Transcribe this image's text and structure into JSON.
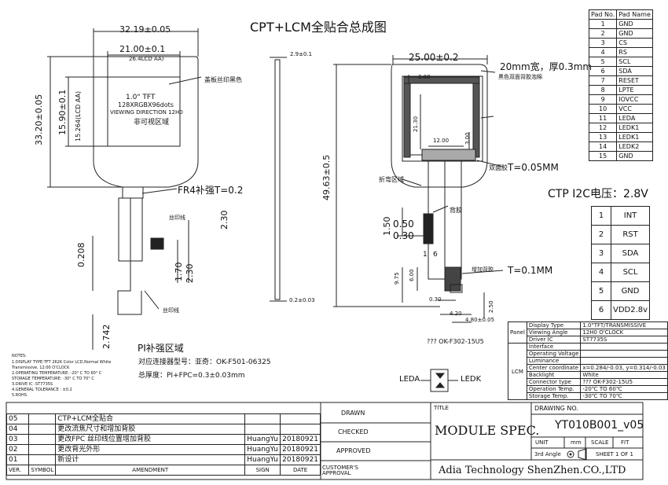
{
  "drawing_title": "CPT+LCM全贴合总成图",
  "dims": {
    "w_total": "32.19±0.05",
    "w_aa": "21.00±0.1",
    "aa_label": "26.4LCD AA)",
    "h_total": "33.20±0.05",
    "h_aa": "15.90±0.1",
    "h_lcd_aa": "15.264(LCD AA)",
    "side_thickness": "2.9±0.1",
    "fpc_thickness": "0.2±0.03",
    "back_width": "25.00±0.2",
    "back_height": "49.63±0.5",
    "tape_width": "20mm宽，厚0.3mm",
    "d_200": "2.00",
    "d_2130": "21.30",
    "d_1200": "12.00",
    "d_300": "3.00",
    "d_150": "1.50",
    "d_050": "0.50",
    "d_030a": "0.30",
    "d_975": "9.75",
    "d_600": "6.00",
    "d_030b": "0.30",
    "d_420": "4.20",
    "d_480": "4.80±0.05",
    "d_250": "2.50",
    "d_230a": "2.30",
    "d_170": "1.70",
    "d_230b": "2.30",
    "d_0208": "0.208",
    "d_2742": "2.742",
    "pin_1": "1",
    "pin_6": "6"
  },
  "labels": {
    "lcd_text_1": "1.0\" TFT",
    "lcd_text_2": "128XRGBX96dots",
    "lcd_text_3": "VIEWING DIRECTION 12H0",
    "lcd_cn": "非可视区域",
    "bezel": "盖板丝印黑色",
    "fr4": "FR4补强T=0.2",
    "silk_1": "丝印线",
    "silk_2": "丝印线",
    "black_tape": "黑色双面背胶泡棉",
    "double_tape": "双面胶",
    "double_tape_t": "T=0.05MM",
    "fold_area": "折弯区域",
    "back_glue": "背胶",
    "stiffener_glue": "增加背胶",
    "t01": "T=0.1MM",
    "connector_ref": "??? OK-F302-15U5",
    "pi_area": "PI补强区域",
    "connector_note": "对应连接器型号：亚奇：OK-F501-06325",
    "total_thickness": "总厚度：PI+FPC=0.3±0.03mm",
    "leda": "LEDA",
    "ledk": "LEDK",
    "ctp_caption": "CTP  I2C电压：2.8V"
  },
  "notes": [
    "NOTES:",
    "1.DISPLAY TYPE:TFT 262K Color LCD,Normal White",
    "  Transmissive, 12:00 O'CLOCK",
    "2.OPERATING TEMPERATURE: -20° C TO 60° C",
    "  STORAGE TEMPERATURE: -30° C TO 70° C",
    "3.DRIVE IC :ST7735S",
    "4.GENERAL TOLERANCE : ±0.2",
    "5.ROHS"
  ],
  "pad_table": {
    "header": [
      "Pad No.",
      "Pad Name"
    ],
    "rows": [
      [
        "1",
        "GND"
      ],
      [
        "2",
        "GND"
      ],
      [
        "3",
        "CS"
      ],
      [
        "4",
        "RS"
      ],
      [
        "5",
        "SCL"
      ],
      [
        "6",
        "SDA"
      ],
      [
        "7",
        "RESET"
      ],
      [
        "8",
        "LPTE"
      ],
      [
        "9",
        "IOVCC"
      ],
      [
        "10",
        "VCC"
      ],
      [
        "11",
        "LEDA"
      ],
      [
        "12",
        "LEDK1"
      ],
      [
        "13",
        "LEDK1"
      ],
      [
        "14",
        "LEDK2"
      ],
      [
        "15",
        "GND"
      ]
    ]
  },
  "ctp_table": {
    "rows": [
      [
        "1",
        "INT"
      ],
      [
        "2",
        "RST"
      ],
      [
        "3",
        "SDA"
      ],
      [
        "4",
        "SCL"
      ],
      [
        "5",
        "GND"
      ],
      [
        "6",
        "VDD2.8v"
      ]
    ]
  },
  "spec_table": {
    "panel_label": "Panel",
    "lcm_label": "LCM",
    "rows": [
      [
        "Display Type",
        "1.0\"TFT/TRANSMISSIVE"
      ],
      [
        "Viewing Angle",
        "12H0 O'CLOCK"
      ],
      [
        "Driver IC",
        "ST7735S"
      ],
      [
        "Interface",
        ""
      ],
      [
        "Operating Voltage",
        ""
      ],
      [
        "Luminance",
        ""
      ],
      [
        "Center coordinate",
        "x=0.284/-0.03, y=0.314/-0.03"
      ],
      [
        "Backlight",
        "White"
      ],
      [
        "Connector type",
        "??? OK-F302-15U5"
      ],
      [
        "Operation Temp.",
        "-20℃ TO 60℃"
      ],
      [
        "Storage Temp.",
        "-30℃ TO 70℃"
      ]
    ]
  },
  "title_block": {
    "drawn": "DRAWN",
    "checked": "CHECKED",
    "approved": "APPROVED",
    "customer_approval": "CUSTOMER'S APPROVAL",
    "title_label": "TITLE",
    "title": "MODULE SPEC.",
    "drawing_no_label": "DRAWING NO.",
    "drawing_no": "YT010B001_v05",
    "unit_label": "UNIT",
    "unit": "mm",
    "scale_label": "SCALE",
    "scale": "FIT",
    "angle_label": "3rd Angle",
    "sheet": "SHEET 1 OF 1",
    "company": "Adia Technology ShenZhen.CO.,LTD"
  },
  "revisions": {
    "header": [
      "VER.",
      "SYMBOL",
      "AMENDMENT",
      "SIGN",
      "DATE"
    ],
    "rows": [
      [
        "05",
        "",
        "CTP+LCM全贴合",
        "",
        ""
      ],
      [
        "04",
        "",
        "更改流焦尺寸和增加背胶",
        "",
        ""
      ],
      [
        "03",
        "",
        "更改FPC 丝印线位置增加背胶",
        "HuangYu",
        "20180921"
      ],
      [
        "02",
        "",
        "更改背光外形",
        "HuangYu",
        "20180921"
      ],
      [
        "01",
        "",
        "新设计",
        "HuangYu",
        "20180921"
      ]
    ]
  }
}
